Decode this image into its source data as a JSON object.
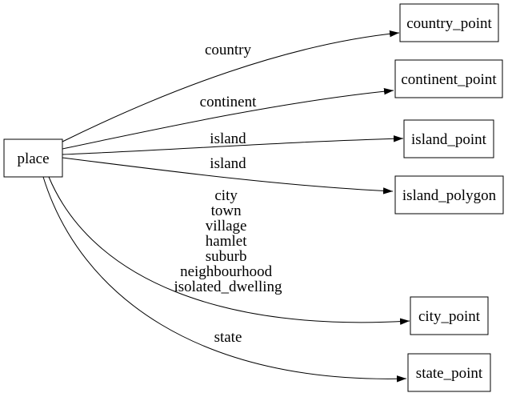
{
  "diagram": {
    "type": "directed-graph",
    "colors": {
      "background": "#ffffff",
      "node_fill": "#ffffff",
      "stroke": "#000000",
      "text": "#000000"
    },
    "nodes": [
      {
        "id": "place",
        "label": "place"
      },
      {
        "id": "country_point",
        "label": "country_point"
      },
      {
        "id": "continent_point",
        "label": "continent_point"
      },
      {
        "id": "island_point",
        "label": "island_point"
      },
      {
        "id": "island_polygon",
        "label": "island_polygon"
      },
      {
        "id": "city_point",
        "label": "city_point"
      },
      {
        "id": "state_point",
        "label": "state_point"
      }
    ],
    "edges": [
      {
        "from": "place",
        "to": "country_point",
        "labels": [
          "country"
        ]
      },
      {
        "from": "place",
        "to": "continent_point",
        "labels": [
          "continent"
        ]
      },
      {
        "from": "place",
        "to": "island_point",
        "labels": [
          "island"
        ]
      },
      {
        "from": "place",
        "to": "island_polygon",
        "labels": [
          "island"
        ]
      },
      {
        "from": "place",
        "to": "city_point",
        "labels": [
          "city",
          "town",
          "village",
          "hamlet",
          "suburb",
          "neighbourhood",
          "isolated_dwelling"
        ]
      },
      {
        "from": "place",
        "to": "state_point",
        "labels": [
          "state"
        ]
      }
    ]
  }
}
